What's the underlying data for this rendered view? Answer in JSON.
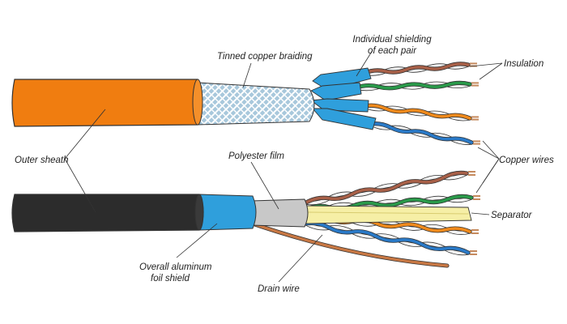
{
  "labels": {
    "tinned_copper_braiding": "Tinned copper braiding",
    "individual_shielding_line1": "Individual shielding",
    "individual_shielding_line2": "of each pair",
    "insulation": "Insulation",
    "outer_sheath": "Outer sheath",
    "copper_wires": "Copper wires",
    "polyester_film": "Polyester film",
    "separator": "Separator",
    "overall_foil_line1": "Overall aluminum",
    "overall_foil_line2": "foil shield",
    "drain_wire": "Drain wire"
  },
  "colors": {
    "orange_sheath": "#f07d10",
    "black_sheath": "#2c2c2c",
    "blue_foil": "#2f9fdc",
    "braid_base": "#a8c8dc",
    "polyester_film": "#c8c8c8",
    "separator": "#f6efa6",
    "copper": "#c58a5e",
    "drain_wire": "#c87844",
    "pair_brown": "#a86048",
    "pair_green": "#2a9a4a",
    "pair_orange": "#f08a1c",
    "pair_blue": "#2a7ac8",
    "white_wire": "#f4f4f4",
    "outline": "#333333"
  }
}
